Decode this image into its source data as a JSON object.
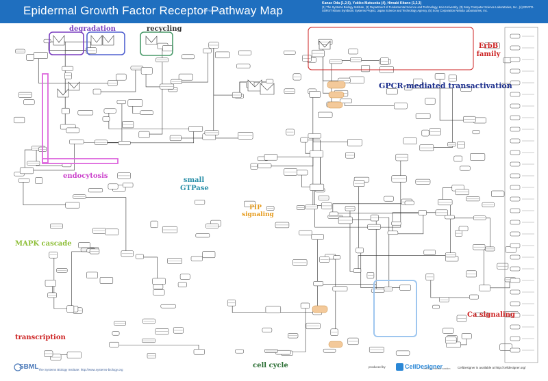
{
  "header": {
    "title": "Epidermal Growth Factor Receptor Pathway Map",
    "map_code": "EGFR0000-01",
    "authors": "Kanae Oda (1,2,5), Yukiko Matsuoka (4), Hiroaki Kitano (1,2,3)",
    "affiliations": "(1) The Systems Biology Institute, (2) Department of Fundamental Science and Technology, Keio University, (3) Sony Computer Science Laboratories, Inc., (4) ERATO-SORST Kitano Symbiotic Systems Project, Japan Science and Technology Agency, (5) Sony Corporation Nebula Laboratories, Inc."
  },
  "regions": {
    "degradation": "degradation",
    "recycling": "recycling",
    "erbb_family": "ErbB family",
    "gpcr": "GPCR-mediated transactivation",
    "endocytosis": "endocytosis",
    "small_gtpase": "small GTPase",
    "pip_signaling": "PIP signaling",
    "mapk_cascade": "MAPK cascade",
    "ca_signaling": "Ca signaling",
    "transcription": "transcription",
    "cell_cycle": "cell cycle"
  },
  "colors": {
    "header_bg": "#1f6fbf",
    "degradation": "#7a3fbf",
    "recycling_box": "#4a9a6a",
    "erbb": "#cc2222",
    "gpcr": "#1a2d8c",
    "endocytosis": "#cc44cc",
    "small_gtpase": "#2a8fa8",
    "pip": "#e59a1b",
    "mapk": "#8fbf3a",
    "ca_box": "#9ec6ef",
    "accent_orange": "#f3c99a"
  },
  "footer": {
    "logo": "SBML",
    "institute": "The Systems Biology Institute: http://www.systems-biology.org",
    "produced_by": "produced by",
    "tool": "CellDesigner",
    "tool_version": "ver.3.5 + manual curation",
    "availability": "CellDesigner is available at http://celldesigner.org/"
  }
}
